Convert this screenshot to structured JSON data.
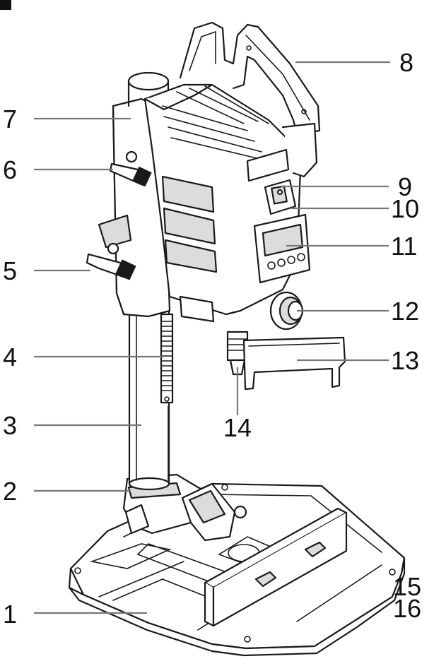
{
  "callouts": [
    {
      "id": "1",
      "label": "1"
    },
    {
      "id": "2",
      "label": "2"
    },
    {
      "id": "3",
      "label": "3"
    },
    {
      "id": "4",
      "label": "4"
    },
    {
      "id": "5",
      "label": "5"
    },
    {
      "id": "6",
      "label": "6"
    },
    {
      "id": "7",
      "label": "7"
    },
    {
      "id": "8",
      "label": "8"
    },
    {
      "id": "9",
      "label": "9"
    },
    {
      "id": "10",
      "label": "10"
    },
    {
      "id": "11",
      "label": "11"
    },
    {
      "id": "12",
      "label": "12"
    },
    {
      "id": "13",
      "label": "13"
    },
    {
      "id": "14",
      "label": "14"
    },
    {
      "id": "15",
      "label": "15"
    },
    {
      "id": "16",
      "label": "16"
    }
  ],
  "colors": {
    "line": "#777777",
    "ink": "#1a1a1a",
    "background": "#ffffff"
  }
}
